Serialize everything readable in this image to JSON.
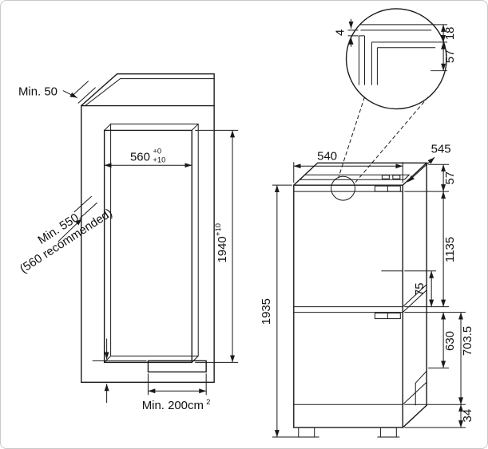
{
  "niche": {
    "top_clearance": "Min. 50",
    "width": "560",
    "width_tol_upper": "+0",
    "width_tol_lower": "+10",
    "height": "1940",
    "height_tol": "+10",
    "depth_line1": "Min. 550",
    "depth_line2": "(560 recommended)",
    "vent_area": "Min. 200cm",
    "vent_area_exp": "2"
  },
  "appliance": {
    "width": "540",
    "depth": "545",
    "height": "1935",
    "top_section": "57",
    "upper_door": "1135",
    "mid_gap": "75",
    "freezer_section": "630",
    "lower_door": "703.5",
    "plinth": "34"
  },
  "detail": {
    "gap": "4",
    "top_overlap": "18",
    "hinge_height": "57"
  }
}
